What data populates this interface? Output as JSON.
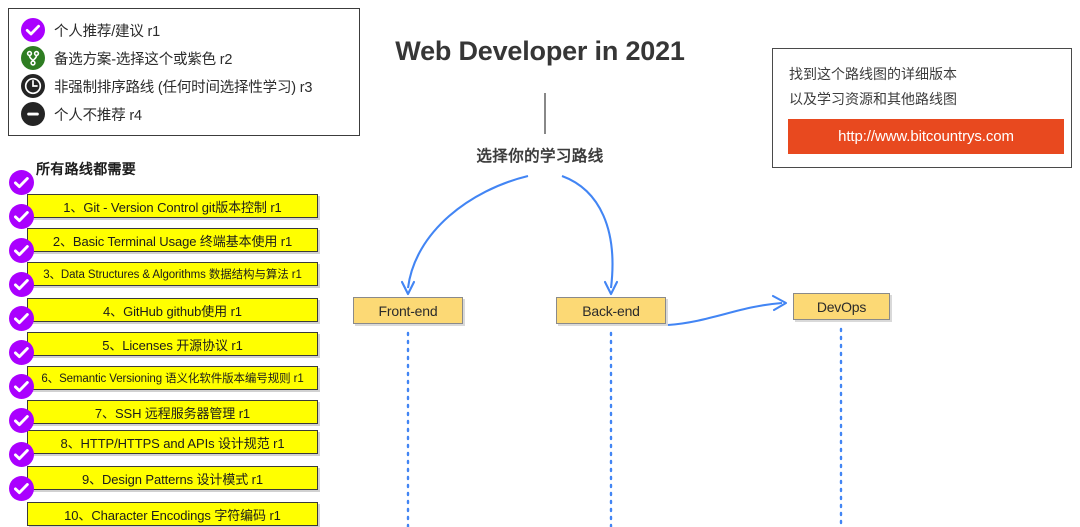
{
  "legend": {
    "items": [
      {
        "icon": "check-circle-icon",
        "label": "个人推荐/建议 r1",
        "color": "#aa00ff"
      },
      {
        "icon": "git-branch-icon",
        "label": "备选方案-选择这个或紫色 r2",
        "color": "#2e7d22"
      },
      {
        "icon": "clock-icon",
        "label": "非强制排序路线 (任何时间选择性学习) r3",
        "color": "#242424"
      },
      {
        "icon": "minus-circle-icon",
        "label": "个人不推荐 r4",
        "color": "#242424"
      }
    ]
  },
  "checklist": {
    "heading": "所有路线都需要",
    "bullet_icon": "check-circle-icon",
    "bullet_color": "#aa00ff",
    "box_color": "#ffff00",
    "items": [
      {
        "label": "1、Git - Version Control git版本控制 r1",
        "small": false
      },
      {
        "label": "2、Basic Terminal Usage 终端基本使用 r1",
        "small": false
      },
      {
        "label": "3、Data Structures & Algorithms 数据结构与算法 r1",
        "small": true
      },
      {
        "label": "4、GitHub github使用 r1",
        "small": false
      },
      {
        "label": "5、Licenses 开源协议 r1",
        "small": false
      },
      {
        "label": "6、Semantic Versioning 语义化软件版本编号规则 r1",
        "small": true
      },
      {
        "label": "7、SSH 远程服务器管理 r1",
        "small": false
      },
      {
        "label": "8、HTTP/HTTPS and APIs 设计规范 r1",
        "small": false
      },
      {
        "label": "9、Design Patterns 设计模式 r1",
        "small": false
      },
      {
        "label": "10、Character Encodings 字符编码 r1",
        "small": false
      }
    ]
  },
  "header": {
    "title": "Web Developer in 2021",
    "subtitle": "选择你的学习路线"
  },
  "flow": {
    "box_color": "#fcd975",
    "arrow_color": "#4285f4",
    "nodes": [
      {
        "id": "frontend",
        "label": "Front-end"
      },
      {
        "id": "backend",
        "label": "Back-end"
      },
      {
        "id": "devops",
        "label": "DevOps"
      }
    ]
  },
  "info": {
    "line1": "找到这个路线图的详细版本",
    "line2": "以及学习资源和其他路线图",
    "url_label": "http://www.bitcountrys.com",
    "url_color": "#e8491f"
  }
}
